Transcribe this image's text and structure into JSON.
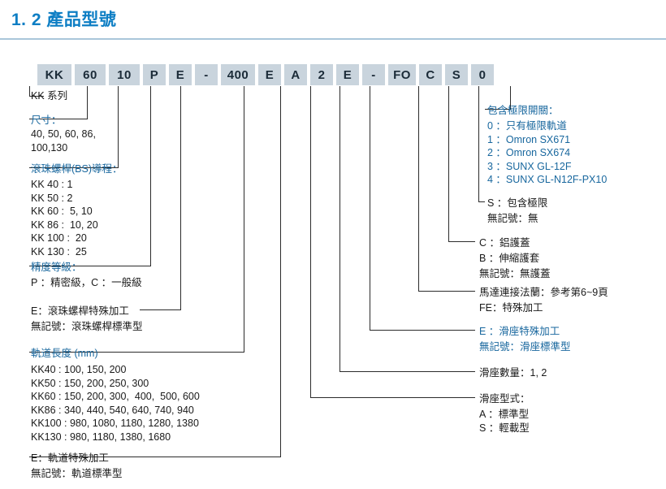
{
  "title": "1. 2  產品型號",
  "code": {
    "cells": [
      {
        "text": "KK",
        "w": "w-kk"
      },
      {
        "text": "60",
        "w": "w-num"
      },
      {
        "text": "10",
        "w": "w-num"
      },
      {
        "text": "P",
        "w": "w-sm"
      },
      {
        "text": "E",
        "w": "w-sm"
      },
      {
        "text": "-",
        "w": "w-sm"
      },
      {
        "text": "400",
        "w": "w-400"
      },
      {
        "text": "E",
        "w": "w-sm"
      },
      {
        "text": "A",
        "w": "w-sm"
      },
      {
        "text": "2",
        "w": "w-sm"
      },
      {
        "text": "E",
        "w": "w-sm"
      },
      {
        "text": "-",
        "w": "w-sm"
      },
      {
        "text": "FO",
        "w": "w-fo"
      },
      {
        "text": "C",
        "w": "w-sm"
      },
      {
        "text": "S",
        "w": "w-sm"
      },
      {
        "text": "0",
        "w": "w-sm"
      }
    ]
  },
  "left": {
    "series": "KK 系列",
    "size_head": "尺寸：",
    "size_body": "40, 50, 60, 86,\n100,130",
    "lead_head": "滾珠螺桿(BS)導程：",
    "lead_body": "KK 40 : 1\nKK 50 : 2\nKK 60 :  5, 10\nKK 86 :  10, 20\nKK 100 :  20\nKK 130 :  25",
    "grade_head": "精度等級：",
    "grade_body": "P ：精密級，C ：一般級",
    "bs_line1": "E：滾珠螺桿特殊加工",
    "bs_line2": "無記號：滾珠螺桿標準型",
    "rail_head": "軌道長度 (mm)",
    "rail_body": "KK40 : 100, 150, 200\nKK50 : 150, 200, 250, 300\nKK60 : 150, 200, 300,  400,  500, 600\nKK86 : 340, 440, 540, 640, 740, 940\nKK100 : 980, 1080, 1180, 1280, 1380\nKK130 : 980, 1180, 1380, 1680",
    "railsp_line1": "E：軌道特殊加工",
    "railsp_line2": "無記號：軌道標準型"
  },
  "right": {
    "limit_head": "包含極限開關：",
    "limit_body": "0 ：只有極限軌道\n1 ：Omron SX671\n2 ：Omron SX674\n3 ：SUNX GL-12F\n4 ：SUNX GL-N12F-PX10",
    "limit_s_line1": "S ：包含極限",
    "limit_s_line2": "無記號：無",
    "cover_line1": "C ：鋁護蓋",
    "cover_line2": "B ：伸縮護套",
    "cover_line3": "無記號：無護蓋",
    "flange_line1": "馬達連接法蘭：參考第6~9頁",
    "flange_line2": "FE：特殊加工",
    "slide_sp_line1": "E ：滑座特殊加工",
    "slide_sp_line2": "無記號：滑座標準型",
    "slide_qty": "滑座數量：1, 2",
    "slide_type_head": "滑座型式：",
    "slide_type_body": "A ：標準型\nS ：輕載型"
  },
  "colors": {
    "title_blue": "#0d7ec4",
    "code_bg": "#c9d4dd",
    "annotation_blue": "#18679e",
    "rule": "#a9c6da"
  }
}
